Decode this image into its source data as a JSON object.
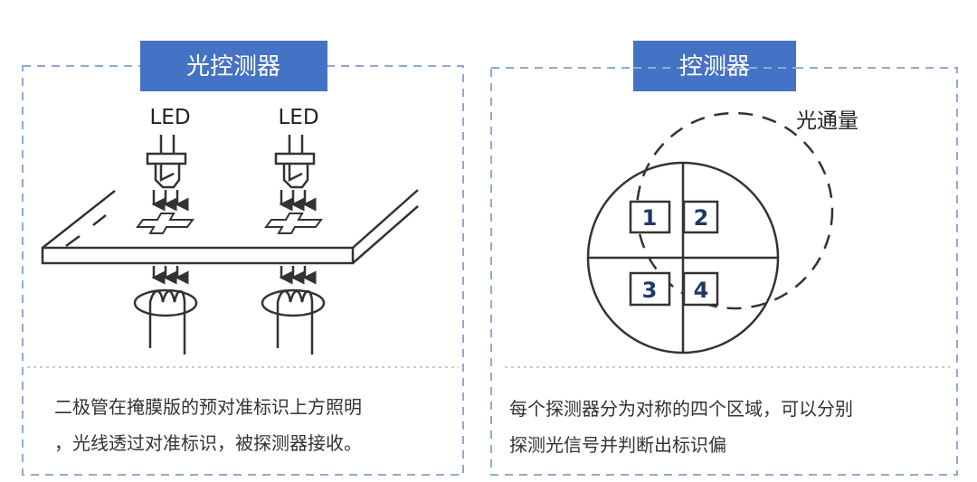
{
  "left_panel": {
    "title": "光控测器",
    "led_labels": [
      "LED",
      "LED"
    ],
    "description": [
      "二极管在掩膜版的预对准标识上方照明",
      "，光线透过对准标识，被探测器接收。"
    ]
  },
  "right_panel": {
    "title": "控测器",
    "flux_label": "光通量",
    "quadrants": [
      "1",
      "2",
      "3",
      "4"
    ],
    "description": [
      "每个探测器分为对称的四个区域，可以分别",
      "探测光信号并判断出标识偏"
    ]
  },
  "colors": {
    "title_bg": "#4472C4",
    "dash_border": "#8eaad4",
    "line": "#333333"
  }
}
